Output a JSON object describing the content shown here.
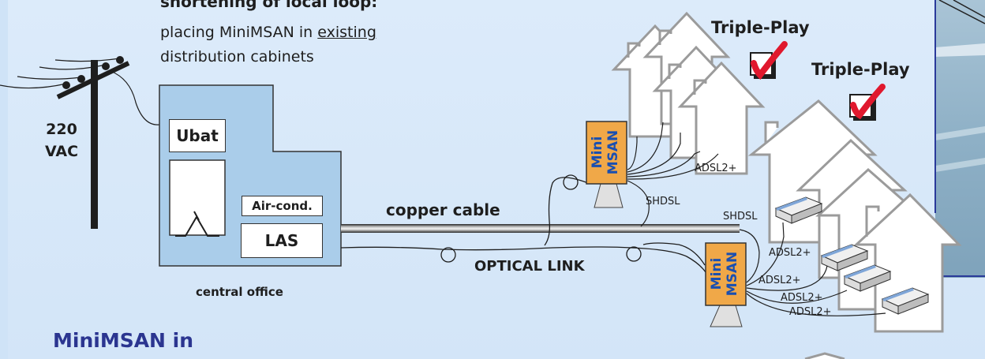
{
  "header": {
    "heading": "shortening of local loop:",
    "line1_prefix": "placing MiniMSAN in ",
    "line1_underlined": "existing",
    "line2": "distribution cabinets"
  },
  "power": {
    "line1": "220",
    "line2": "VAC"
  },
  "central_office": {
    "label": "central office",
    "ubat": "Ubat",
    "aircond": "Air-cond.",
    "las": "LAS"
  },
  "links": {
    "copper": "copper cable",
    "optical": "OPTICAL LINK"
  },
  "msan": {
    "line1": "Mini",
    "line2": "MSAN",
    "color": "#f0a848",
    "text_color": "#1a4fb0"
  },
  "signals": {
    "adsl": "ADSL2+",
    "shdsl": "SHDSL"
  },
  "triple_play": {
    "label": "Triple-Play",
    "check_color": "#e0182d"
  },
  "footer": {
    "title": "MiniMSAN in"
  }
}
